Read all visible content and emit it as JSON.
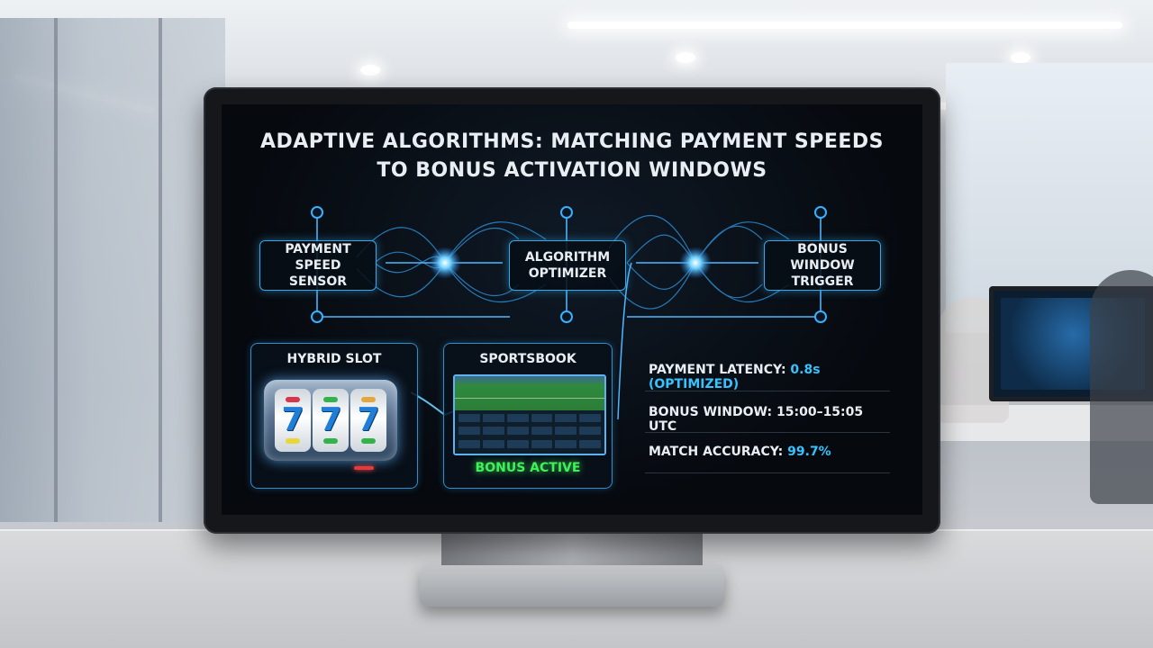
{
  "screen": {
    "title_line1": "ADAPTIVE ALGORITHMS: MATCHING PAYMENT SPEEDS",
    "title_line2": "TO BONUS ACTIVATION WINDOWS"
  },
  "flow": {
    "nodes": [
      {
        "label": "PAYMENT SPEED\nSENSOR"
      },
      {
        "label": "ALGORITHM\nOPTIMIZER"
      },
      {
        "label": "BONUS WINDOW\nTRIGGER"
      }
    ]
  },
  "panels": {
    "slot": {
      "label": "HYBRID SLOT",
      "reels": [
        "7",
        "7",
        "7"
      ]
    },
    "sportsbook": {
      "label": "SPORTSBOOK",
      "status": "BONUS ACTIVE"
    }
  },
  "stats": [
    {
      "label": "PAYMENT LATENCY: ",
      "value": "0.8s (OPTIMIZED)"
    },
    {
      "label": "BONUS WINDOW: ",
      "value": "15:00–15:05 UTC"
    },
    {
      "label": "MATCH ACCURACY: ",
      "value": "99.7%"
    }
  ],
  "colors": {
    "accent": "#36c3ff",
    "node_border": "#3aa6e8",
    "bonus_active": "#3ff05a",
    "screen_bg": "#06090e"
  },
  "icons": [
    "flow-junction-icon",
    "slot-machine-icon",
    "sportsbook-screen-icon"
  ]
}
